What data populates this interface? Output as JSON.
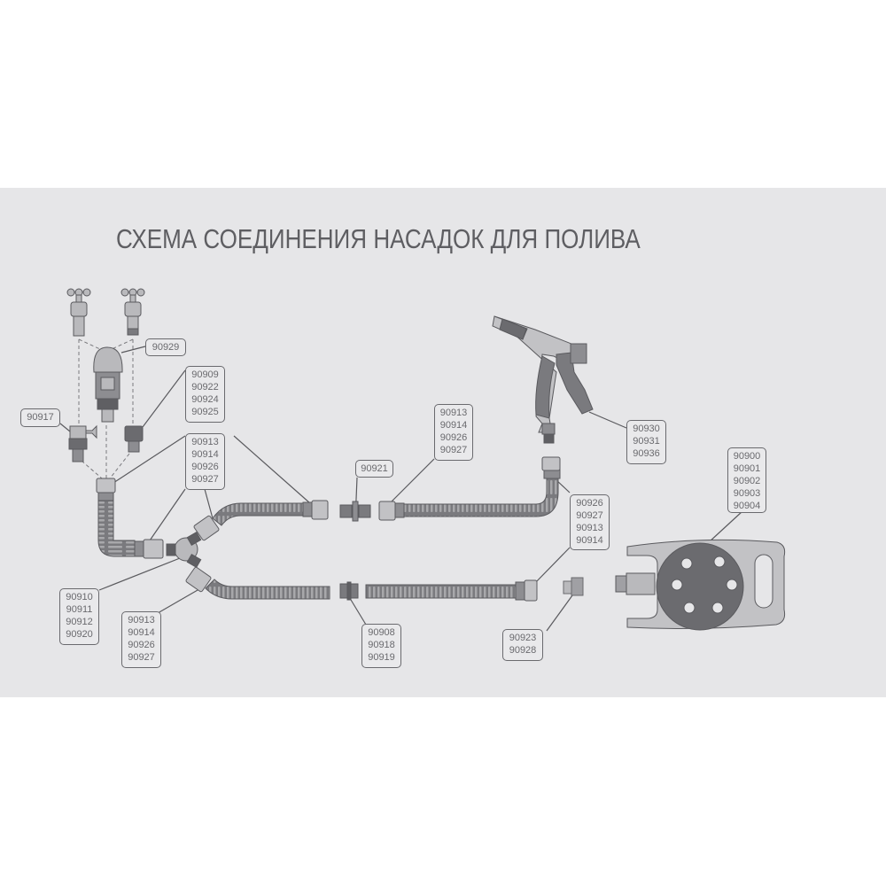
{
  "title": "СХЕМА СОЕДИНЕНИЯ НАСАДОК ДЛЯ ПОЛИВА",
  "colors": {
    "background": "#ffffff",
    "panel": "#e6e6e8",
    "text": "#5e5e62",
    "part_dark": "#6b6b6f",
    "part_light": "#b7b7ba"
  },
  "labels": {
    "tap_adapter": [
      "90929"
    ],
    "tap_connector_valve": [
      "90917"
    ],
    "threaded_adapter": [
      "90909",
      "90922",
      "90924",
      "90925"
    ],
    "hose_connector_top_left": [
      "90913",
      "90914",
      "90926",
      "90927"
    ],
    "hose_connector_middle": [
      "90913",
      "90914",
      "90926",
      "90927"
    ],
    "coupling_double_male": [
      "90921"
    ],
    "y_splitter": [
      "90910",
      "90911",
      "90912",
      "90920"
    ],
    "hose_connector_bottom_left": [
      "90913",
      "90914",
      "90926",
      "90927"
    ],
    "hose_repair": [
      "90908",
      "90918",
      "90919"
    ],
    "spray_gun": [
      "90930",
      "90931",
      "90936"
    ],
    "hose_connector_right": [
      "90926",
      "90927",
      "90913",
      "90914"
    ],
    "nozzle_adapter": [
      "90923",
      "90928"
    ],
    "sprinkler": [
      "90900",
      "90901",
      "90902",
      "90903",
      "90904"
    ]
  }
}
